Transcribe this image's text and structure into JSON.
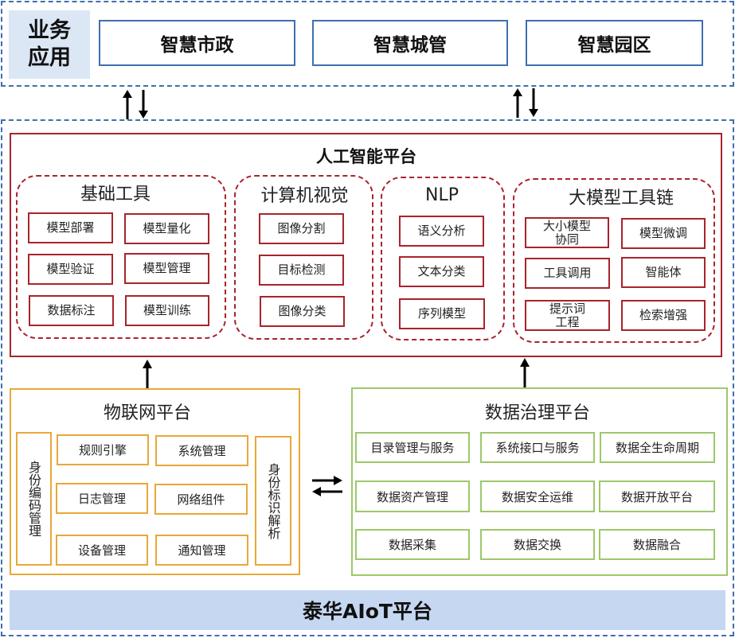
{
  "business_layer": {
    "label": "业务\n应用",
    "label_line1": "业务",
    "label_line2": "应用",
    "apps": [
      "智慧市政",
      "智慧城管",
      "智慧园区"
    ]
  },
  "ai_platform": {
    "title": "人工智能平台",
    "groups": [
      {
        "title": "基础工具",
        "items": [
          "模型部署",
          "模型量化",
          "模型验证",
          "模型管理",
          "数据标注",
          "模型训练"
        ]
      },
      {
        "title": "计算机视觉",
        "items": [
          "图像分割",
          "目标检测",
          "图像分类"
        ]
      },
      {
        "title": "NLP",
        "items": [
          "语义分析",
          "文本分类",
          "序列模型"
        ]
      },
      {
        "title": "大模型工具链",
        "items": [
          "大小模型\n协同",
          "模型微调",
          "工具调用",
          "智能体",
          "提示词\n工程",
          "检索增强"
        ]
      }
    ]
  },
  "iot_platform": {
    "title": "物联网平台",
    "left_vertical": "身份编码管理",
    "right_vertical": "身份标识解析",
    "items": [
      "规则引擎",
      "系统管理",
      "日志管理",
      "网络组件",
      "设备管理",
      "通知管理"
    ]
  },
  "data_governance": {
    "title": "数据治理平台",
    "items": [
      "目录管理与服务",
      "系统接口与服务",
      "数据全生命周期",
      "数据资产管理",
      "数据安全运维",
      "数据开放平台",
      "数据采集",
      "数据交换",
      "数据融合"
    ]
  },
  "base_platform": {
    "title": "泰华AIoT平台"
  },
  "colors": {
    "business_border": "#3f6fae",
    "business_label_bg": "#dce7f5",
    "ai_red": "#a8242c",
    "iot_orange": "#e8a838",
    "data_green": "#9dc86a",
    "base_bg": "#c5d7f1"
  }
}
